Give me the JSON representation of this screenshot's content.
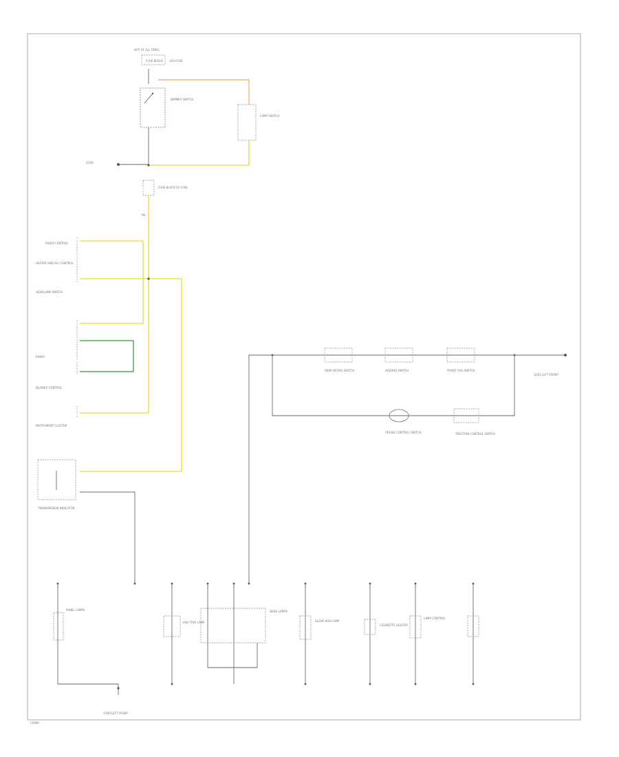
{
  "diagram": {
    "page_id": "C0090",
    "labels": {
      "hot_at_all_times": "HOT AT ALL TIMES",
      "fuse_block_top": "FUSE BLOCK",
      "fuse_top": "10A FUSE",
      "dimmer": "DIMMER SWITCH",
      "lamp_switch": "LAMP SWITCH",
      "ground_left": "G200",
      "fuse_block_mid": "FUSE BLOCK",
      "fuse_mid": "5A FUSE",
      "yel": "YEL",
      "radio_ctrl": "RADIO CONTROL",
      "heater_ac": "HEATER AND A/C CONTROL",
      "headlamp_switch": "HEADLAMP SWITCH",
      "radio": "RADIO",
      "blower_ctrl": "BLOWER CONTROL",
      "instrument_cluster": "INSTRUMENT CLUSTER",
      "transmission_indicator": "TRANSMISSION INDICATOR",
      "ground_right": "G201 LEFT FRONT",
      "panel_lamps": "PANEL LAMPS",
      "ground_bottom": "G100 LEFT FRONT",
      "ash_tray": "ASH TRAY LAMP",
      "dash_lamps": "DASH LAMPS",
      "glove_box": "GLOVE BOX LAMP",
      "cigarette_lighter": "CIGARETTE LIGHTER",
      "hazard_switch": "HAZARD SWITCH",
      "cruise_switch": "CRUISE CONTROL SWITCH",
      "rear_defog": "REAR DEFOG SWITCH",
      "front_fog": "FRONT FOG SWITCH",
      "traction": "TRACTION CONTROL SWITCH",
      "lamp_control": "LAMP CONTROL"
    }
  }
}
